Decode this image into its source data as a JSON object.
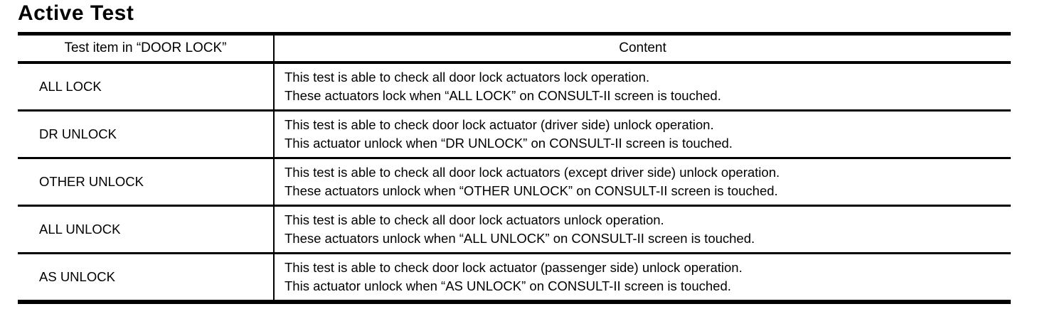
{
  "page": {
    "title": "Active Test"
  },
  "table": {
    "headers": [
      "Test item in “DOOR LOCK”",
      "Content"
    ],
    "rows": [
      {
        "item": "ALL LOCK",
        "content_lines": [
          "This test is able to check all door lock actuators lock operation.",
          "These actuators lock when “ALL LOCK” on CONSULT-II screen is touched."
        ]
      },
      {
        "item": "DR UNLOCK",
        "content_lines": [
          "This test is able to check door lock actuator (driver side) unlock operation.",
          "This actuator unlock when “DR UNLOCK” on CONSULT-II screen is touched."
        ]
      },
      {
        "item": "OTHER UNLOCK",
        "content_lines": [
          "This test is able to check all door lock actuators (except driver side) unlock operation.",
          "These actuators unlock when “OTHER UNLOCK” on CONSULT-II screen is touched."
        ]
      },
      {
        "item": "ALL UNLOCK",
        "content_lines": [
          "This test is able to check all door lock actuators unlock operation.",
          "These actuators unlock when “ALL UNLOCK” on CONSULT-II screen is touched."
        ]
      },
      {
        "item": "AS UNLOCK",
        "content_lines": [
          "This test is able to check door lock actuator (passenger side) unlock operation.",
          "This actuator unlock when “AS UNLOCK” on CONSULT-II screen is touched."
        ]
      }
    ]
  }
}
